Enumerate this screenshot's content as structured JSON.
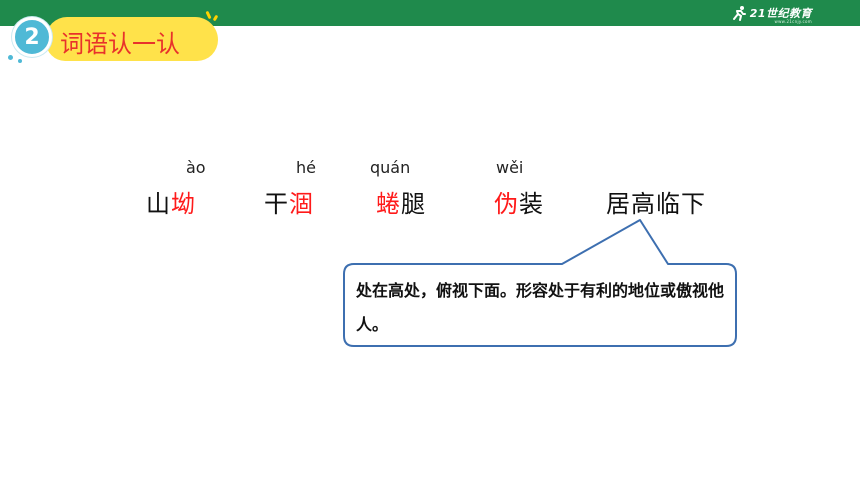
{
  "header": {
    "brand": "21世纪教育",
    "brand_sub": "www.21cnjy.com"
  },
  "section": {
    "number": "2",
    "title": "词语认一认"
  },
  "words": [
    {
      "pinyin": "ào",
      "plain_before": "山",
      "highlight": "坳",
      "plain_after": ""
    },
    {
      "pinyin": "hé",
      "plain_before": "干",
      "highlight": "涸",
      "plain_after": ""
    },
    {
      "pinyin": "quán",
      "plain_before": "",
      "highlight": "蜷",
      "plain_after": "腿"
    },
    {
      "pinyin": "wěi",
      "plain_before": "",
      "highlight": "伪",
      "plain_after": "装"
    },
    {
      "pinyin": "",
      "plain_before": "居高临下",
      "highlight": "",
      "plain_after": ""
    }
  ],
  "callout": {
    "text": "处在高处，俯视下面。形容处于有利的地位或傲视他人。"
  },
  "colors": {
    "header_bar": "#1f8a4c",
    "highlight": "#ff1a1a",
    "title": "#e8322b",
    "title_blob": "#ffe24a",
    "badge": "#4fb9d6",
    "callout_border": "#3d6fb0"
  }
}
